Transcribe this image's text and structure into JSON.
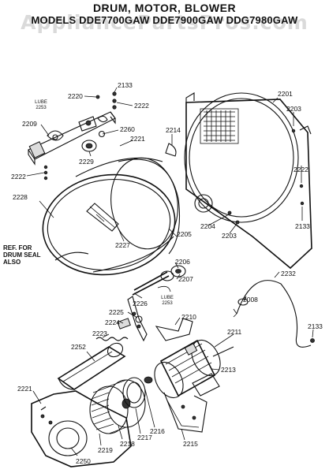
{
  "title": {
    "line1": "DRUM, MOTOR, BLOWER",
    "line2": "MODELS DDE7700GAW DDE7900GAW DDG7980GAW"
  },
  "watermark": "AppliancePartsPros.com",
  "notes": {
    "lube_top_1": "LUBE",
    "lube_top_2": "2253",
    "lube_mid_1": "LUBE",
    "lube_mid_2": "2253",
    "ref_1": "REF. FOR",
    "ref_2": "DRUM SEAL",
    "ref_3": "ALSO"
  },
  "callouts": {
    "c2220": "2220",
    "c2133a": "2133",
    "c2222a": "2222",
    "c2209": "2209",
    "c2260": "2260",
    "c2221a": "2221",
    "c2229": "2229",
    "c2222b": "2222",
    "c2214": "2214",
    "c2201": "2201",
    "c2203a": "2203",
    "c2222c": "2222",
    "c2228": "2228",
    "c2227": "2227",
    "c2205": "2205",
    "c2204": "2204",
    "c2203b": "2203",
    "c2133b": "2133",
    "c2206": "2206",
    "c2207": "2207",
    "c2232": "2232",
    "c2226": "2226",
    "c2008": "2008",
    "c2225": "2225",
    "c2224": "2224",
    "c2210": "2210",
    "c2223": "2223",
    "c2211": "2211",
    "c2133c": "2133",
    "c2252": "2252",
    "c2213": "2213",
    "c2221b": "2221",
    "c2216": "2216",
    "c2217": "2217",
    "c2218": "2218",
    "c2219": "2219",
    "c2215": "2215",
    "c2250": "2250"
  }
}
